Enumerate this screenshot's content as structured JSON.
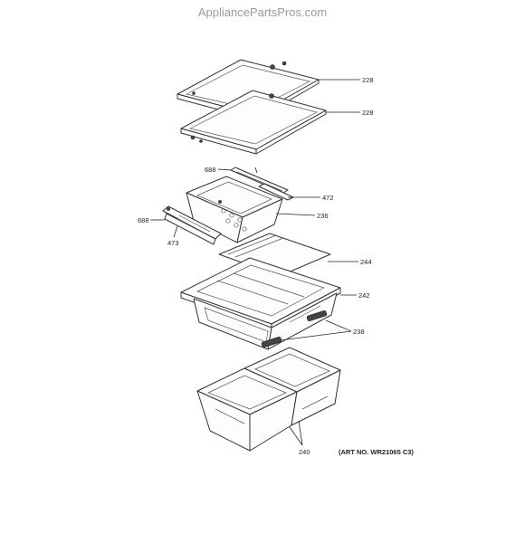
{
  "watermark": "AppliancePartsPros.com",
  "art_number": "(ART NO. WR21065 C3)",
  "parts": [
    {
      "id": "shelf-upper",
      "label": "228"
    },
    {
      "id": "shelf-lower",
      "label": "228"
    },
    {
      "id": "pan-small-rail-top",
      "label": "688"
    },
    {
      "id": "pan-small-slide",
      "label": "472"
    },
    {
      "id": "pan-small",
      "label": "236"
    },
    {
      "id": "pan-small-rail-left",
      "label": "688"
    },
    {
      "id": "pan-small-cover",
      "label": "473"
    },
    {
      "id": "glass-insert",
      "label": "244"
    },
    {
      "id": "pan-cover-frame",
      "label": "242"
    },
    {
      "id": "humidity-control",
      "label": "238"
    },
    {
      "id": "crisper-drawers",
      "label": "240"
    }
  ]
}
